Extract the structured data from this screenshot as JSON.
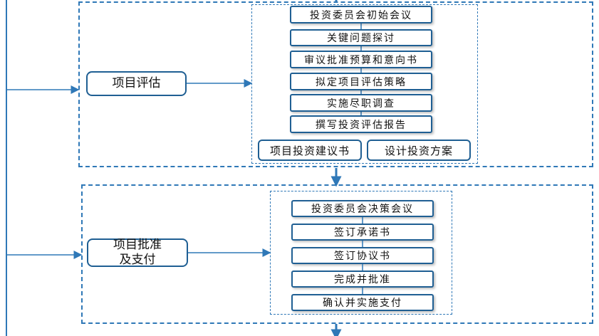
{
  "colors": {
    "frame": "#2f78b7",
    "box_border": "#1f5f93",
    "connector": "#2f78b7"
  },
  "section1": {
    "phase_label": "项目评估",
    "steps": [
      "投资委员会初始会议",
      "关键问题探讨",
      "审议批准预算和意向书",
      "拟定项目评估策略",
      "实施尽职调查",
      "撰写投资评估报告"
    ],
    "outputs": [
      "项目投资建议书",
      "设计投资方案"
    ]
  },
  "section2": {
    "phase_label": "项目批准\n及支付",
    "steps": [
      "投资委员会决策会议",
      "签订承诺书",
      "签订协议书",
      "完成并批准",
      "确认并实施支付"
    ]
  }
}
